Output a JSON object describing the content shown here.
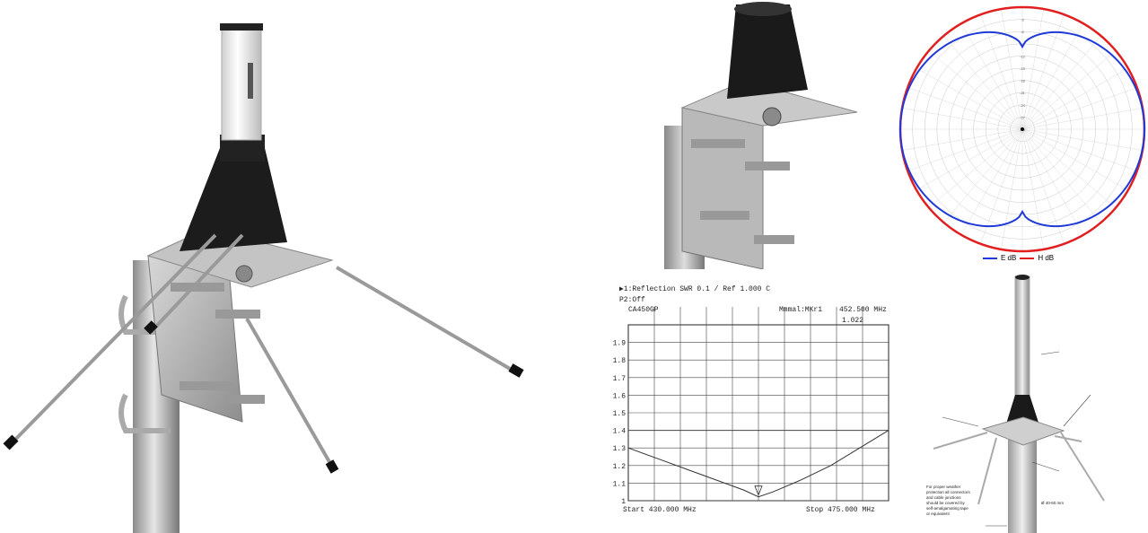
{
  "polar_chart": {
    "ticks": [
      "-3",
      "-6",
      "-9",
      "-12",
      "-15",
      "-18",
      "-21",
      "-24",
      "-27",
      "-30"
    ],
    "legend": [
      {
        "name": "E dB",
        "color": "#1f3ad6"
      },
      {
        "name": "H dB",
        "color": "#e02020"
      }
    ]
  },
  "swr_chart": {
    "header_line1": "▶1:Reflection        SWR          0.1 /   Ref  1.000       C",
    "header_line2": "P2:Off",
    "model": "CA450GP",
    "marker_label": "Mmmal:MKr1",
    "marker_freq": "452.500 MHz",
    "marker_value": "1.022",
    "y_labels": [
      "1.9",
      "1.8",
      "1.7",
      "1.6",
      "1.5",
      "1.4",
      "1.3",
      "1.2",
      "1.1",
      "1"
    ],
    "start_label": "Start 430.000 MHz",
    "stop_label": "Stop 475.000 MHz"
  },
  "chart_data": [
    {
      "type": "line",
      "x": [
        430,
        435,
        440,
        445,
        450,
        452.5,
        455,
        460,
        465,
        470,
        475
      ],
      "series": [
        {
          "values": [
            1.3,
            1.24,
            1.18,
            1.12,
            1.06,
            1.022,
            1.05,
            1.12,
            1.2,
            1.3,
            1.4
          ]
        }
      ],
      "ylim": [
        1.0,
        2.0
      ],
      "xlim": [
        430,
        475
      ],
      "grid": true
    },
    {
      "type": "line",
      "series": [
        {
          "name": "E dB",
          "color": "#1f3ad6"
        },
        {
          "name": "H dB",
          "color": "#e02020"
        }
      ],
      "grid": true,
      "legend": "bottom"
    }
  ],
  "dimension_drawing": {
    "notes": [
      "Ø 40-60 mm"
    ],
    "bottom_note": [
      "For proper weather",
      "protection all connectors",
      "and cable junctions",
      "should be covered by",
      "self-amalgamating tape",
      "or equivalent"
    ]
  }
}
